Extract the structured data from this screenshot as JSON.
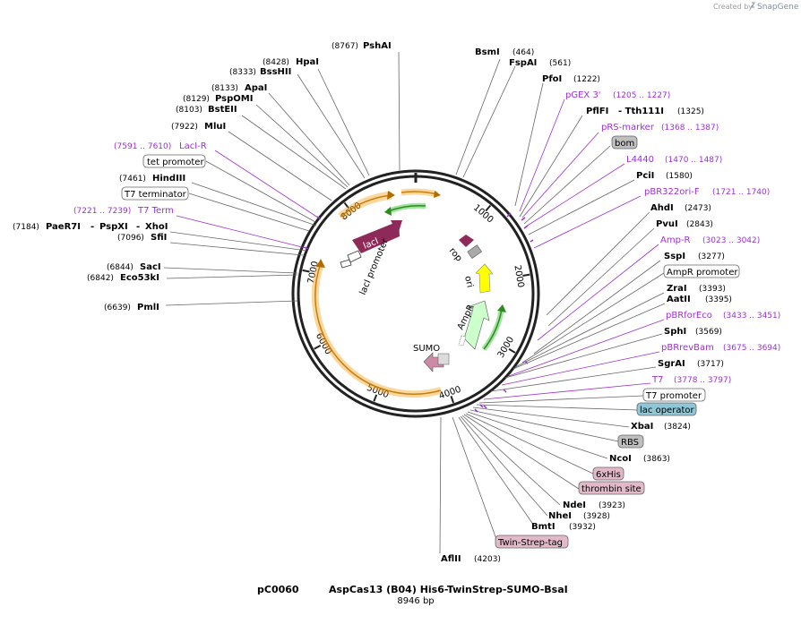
{
  "credit": {
    "prefix": "Created by",
    "brand": "SnapGene"
  },
  "plasmid": {
    "id": "pC0060",
    "name": "AspCas13 (B04) His6-TwinStrep-SUMO-BsaI",
    "size": "8946 bp",
    "length": 8946
  },
  "ticks": [
    {
      "label": "1000",
      "bp": 1000
    },
    {
      "label": "2000",
      "bp": 2000
    },
    {
      "label": "3000",
      "bp": 3000
    },
    {
      "label": "4000",
      "bp": 4000
    },
    {
      "label": "5000",
      "bp": 5000
    },
    {
      "label": "6000",
      "bp": 6000
    },
    {
      "label": "7000",
      "bp": 7000
    },
    {
      "label": "8000",
      "bp": 8000
    }
  ],
  "left_labels": [
    {
      "name": "PshAI",
      "pos": "(8767)"
    },
    {
      "name": "HpaI",
      "pos": "(8428)"
    },
    {
      "name": "BssHII",
      "pos": "(8333)"
    },
    {
      "name": "ApaI",
      "pos": "(8133)"
    },
    {
      "name": "PspOMI",
      "pos": "(8129)"
    },
    {
      "name": "BstEII",
      "pos": "(8103)"
    },
    {
      "name": "MluI",
      "pos": "(7922)"
    },
    {
      "name": "LacI-R",
      "pos": "(7591 .. 7610)",
      "primer": true
    },
    {
      "name": "tet promoter",
      "boxed": true
    },
    {
      "name": "HindIII",
      "pos": "(7461)"
    },
    {
      "name": "T7 terminator",
      "boxed": true
    },
    {
      "name": "T7 Term",
      "pos": "(7221 .. 7239)",
      "primer": true
    },
    {
      "name": "PaeR7I",
      "pos": "(7184)",
      "extra1": "PspXI",
      "extra2": "XhoI"
    },
    {
      "name": "SfiI",
      "pos": "(7096)"
    },
    {
      "name": "SacI",
      "pos": "(6844)"
    },
    {
      "name": "Eco53kI",
      "pos": "(6842)"
    },
    {
      "name": "PmlI",
      "pos": "(6639)"
    }
  ],
  "right_labels": [
    {
      "name": "BsmI",
      "pos": "(464)"
    },
    {
      "name": "FspAI",
      "pos": "(561)"
    },
    {
      "name": "PfoI",
      "pos": "(1222)"
    },
    {
      "name": "pGEX 3'",
      "pos": "(1205 .. 1227)",
      "primer": true
    },
    {
      "name": "PflFI",
      "extra": "- Tth111I",
      "pos": "(1325)"
    },
    {
      "name": "pRS-marker",
      "pos": "(1368 .. 1387)",
      "primer": true
    },
    {
      "name": "bom",
      "boxed": true,
      "color": "#bfbfbf"
    },
    {
      "name": "L4440",
      "pos": "(1470 .. 1487)",
      "primer": true
    },
    {
      "name": "PciI",
      "pos": "(1580)"
    },
    {
      "name": "pBR322ori-F",
      "pos": "(1721 .. 1740)",
      "primer": true
    },
    {
      "name": "AhdI",
      "pos": "(2473)"
    },
    {
      "name": "PvuI",
      "pos": "(2843)"
    },
    {
      "name": "Amp-R",
      "pos": "(3023 .. 3042)",
      "primer": true
    },
    {
      "name": "SspI",
      "pos": "(3277)"
    },
    {
      "name": "AmpR promoter",
      "boxed": true,
      "color": "#ffffff"
    },
    {
      "name": "ZraI",
      "pos": "(3393)"
    },
    {
      "name": "AatII",
      "pos": "(3395)"
    },
    {
      "name": "pBRforEco",
      "pos": "(3433 .. 3451)",
      "primer": true
    },
    {
      "name": "SphI",
      "pos": "(3569)"
    },
    {
      "name": "pBRrevBam",
      "pos": "(3675 .. 3694)",
      "primer": true
    },
    {
      "name": "SgrAI",
      "pos": "(3717)"
    },
    {
      "name": "T7",
      "pos": "(3778 .. 3797)",
      "primer": true
    },
    {
      "name": "T7 promoter",
      "boxed": true,
      "color": "#ffffff"
    },
    {
      "name": "lac operator",
      "boxed": true,
      "color": "#8fc7d6"
    },
    {
      "name": "XbaI",
      "pos": "(3824)"
    },
    {
      "name": "RBS",
      "boxed": true,
      "color": "#bfbfbf"
    },
    {
      "name": "NcoI",
      "pos": "(3863)"
    },
    {
      "name": "6xHis",
      "boxed": true,
      "color": "#e3b9c9"
    },
    {
      "name": "thrombin site",
      "boxed": true,
      "color": "#e3b9c9"
    },
    {
      "name": "NdeI",
      "pos": "(3923)"
    },
    {
      "name": "NheI",
      "pos": "(3928)"
    },
    {
      "name": "BmtI",
      "pos": "(3932)"
    },
    {
      "name": "Twin-Strep-tag",
      "boxed": true,
      "color": "#e3b9c9"
    },
    {
      "name": "AflII",
      "pos": "(4203)"
    }
  ],
  "features": [
    {
      "name": "lacI",
      "color": "#8e2a59"
    },
    {
      "name": "lacI promoter",
      "color": "#ffffff"
    },
    {
      "name": "rop",
      "color": "#8e2a59"
    },
    {
      "name": "ori",
      "color": "#ffff00"
    },
    {
      "name": "AmpR",
      "color": "#ccffcc"
    },
    {
      "name": "SUMO",
      "color": "#cc8aa7"
    }
  ],
  "colors": {
    "backbone": "#222222",
    "primer": "#9b30d0",
    "orf": "#f5a623",
    "green": "#2d8a1f"
  }
}
